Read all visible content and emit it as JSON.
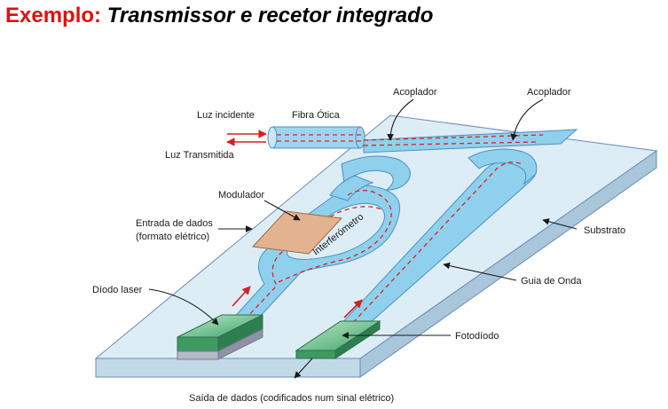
{
  "title": {
    "prefix": "Exemplo:",
    "main": "Transmissor e recetor integrado",
    "prefix_color": "#e01010"
  },
  "labels": {
    "acoplador_left": "Acoplador",
    "acoplador_right": "Acoplador",
    "luz_incidente": "Luz incidente",
    "fibra_otica": "Fibra Ótica",
    "luz_transmitida": "Luz Transmitida",
    "modulador": "Modulador",
    "entrada_line1": "Entrada de dados",
    "entrada_line2": "(formato elétrico)",
    "interferometro": "Interferómetro",
    "substrato": "Substrato",
    "diodo_laser": "Díodo laser",
    "guia_de_onda": "Guia de Onda",
    "fotodiodo": "Fotodíodo",
    "saida": "Saída de dados (codificados num sinal elétrico)"
  },
  "colors": {
    "substrate": "#dcedf6",
    "waveguide": "#8fd0ec",
    "modulator": "#e3b28f",
    "laser": "#4fb27c",
    "arrow_red": "#d42020"
  }
}
